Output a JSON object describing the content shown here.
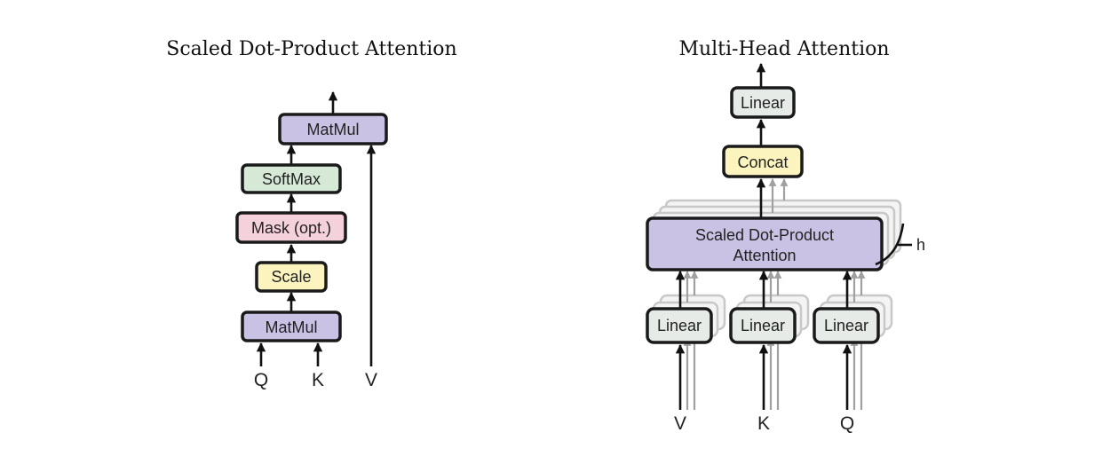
{
  "left": {
    "title": "Scaled Dot-Product Attention",
    "matmul_top": "MatMul",
    "softmax": "SoftMax",
    "mask": "Mask (opt.)",
    "scale": "Scale",
    "matmul_bottom": "MatMul",
    "input_q": "Q",
    "input_k": "K",
    "input_v": "V"
  },
  "right": {
    "title": "Multi-Head Attention",
    "linear_out": "Linear",
    "concat": "Concat",
    "sdpa_line1": "Scaled Dot-Product",
    "sdpa_line2": "Attention",
    "heads_label": "h",
    "linear_v": "Linear",
    "linear_k": "Linear",
    "linear_q": "Linear",
    "input_v": "V",
    "input_k": "K",
    "input_q": "Q"
  },
  "colors": {
    "matmul": "#c9c2e4",
    "softmax": "#d6e8d6",
    "mask": "#f4d1db",
    "scale": "#fbf4be",
    "linear": "#e6ebe8",
    "concat": "#fbf4be",
    "sdpa": "#c9c2e4"
  }
}
